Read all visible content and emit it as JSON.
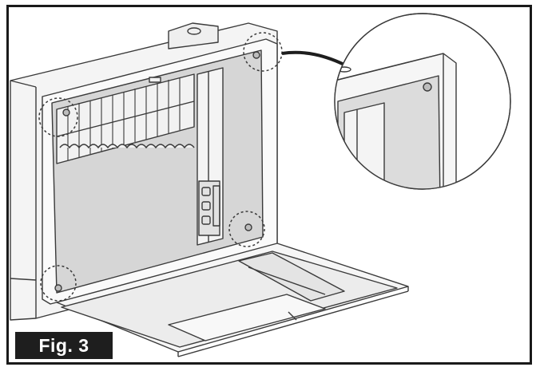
{
  "figure": {
    "label": "Fig. 3"
  },
  "colors": {
    "line": "#3a3a3a",
    "panel": "#d6d6d6",
    "panel_light": "#e9e9e9",
    "background": "#ffffff",
    "label_bg": "#1e1e1e",
    "label_text": "#ffffff"
  },
  "callouts": [
    {
      "name": "screw-callout-top-left",
      "detail": false
    },
    {
      "name": "screw-callout-top-right",
      "detail": true
    },
    {
      "name": "screw-callout-bottom-right",
      "detail": false
    },
    {
      "name": "screw-callout-bottom-left",
      "detail": false
    }
  ]
}
